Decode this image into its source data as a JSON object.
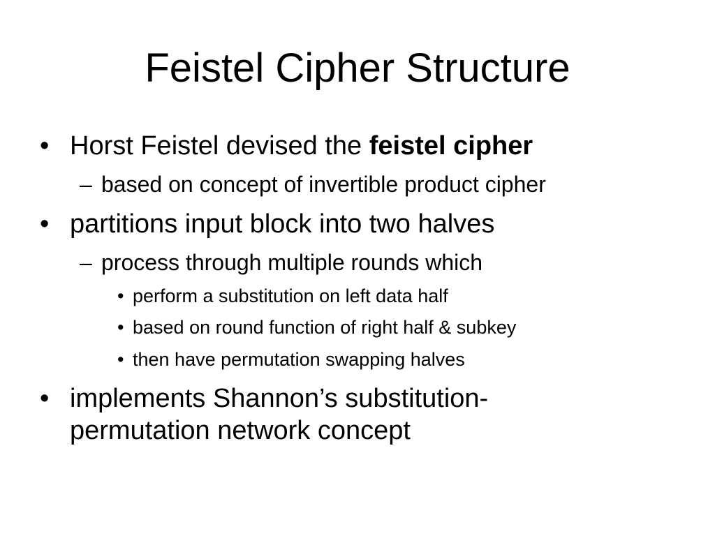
{
  "slide": {
    "title": "Feistel Cipher Structure",
    "bullet_l1": "•",
    "bullet_l2": "–",
    "bullet_l3": "•",
    "items": [
      {
        "lead": "Horst Feistel devised the ",
        "emphasis": "feistel cipher"
      },
      {
        "text": "based on concept of invertible product cipher"
      },
      {
        "text": "partitions input block into two halves"
      },
      {
        "text": "process through multiple rounds which"
      },
      {
        "text": "perform a substitution on left data half"
      },
      {
        "text": "based on round function of right half & subkey"
      },
      {
        "text": "then have permutation swapping halves"
      },
      {
        "line1": "implements Shannon’s substitution-",
        "line2": "permutation network concept"
      }
    ]
  }
}
